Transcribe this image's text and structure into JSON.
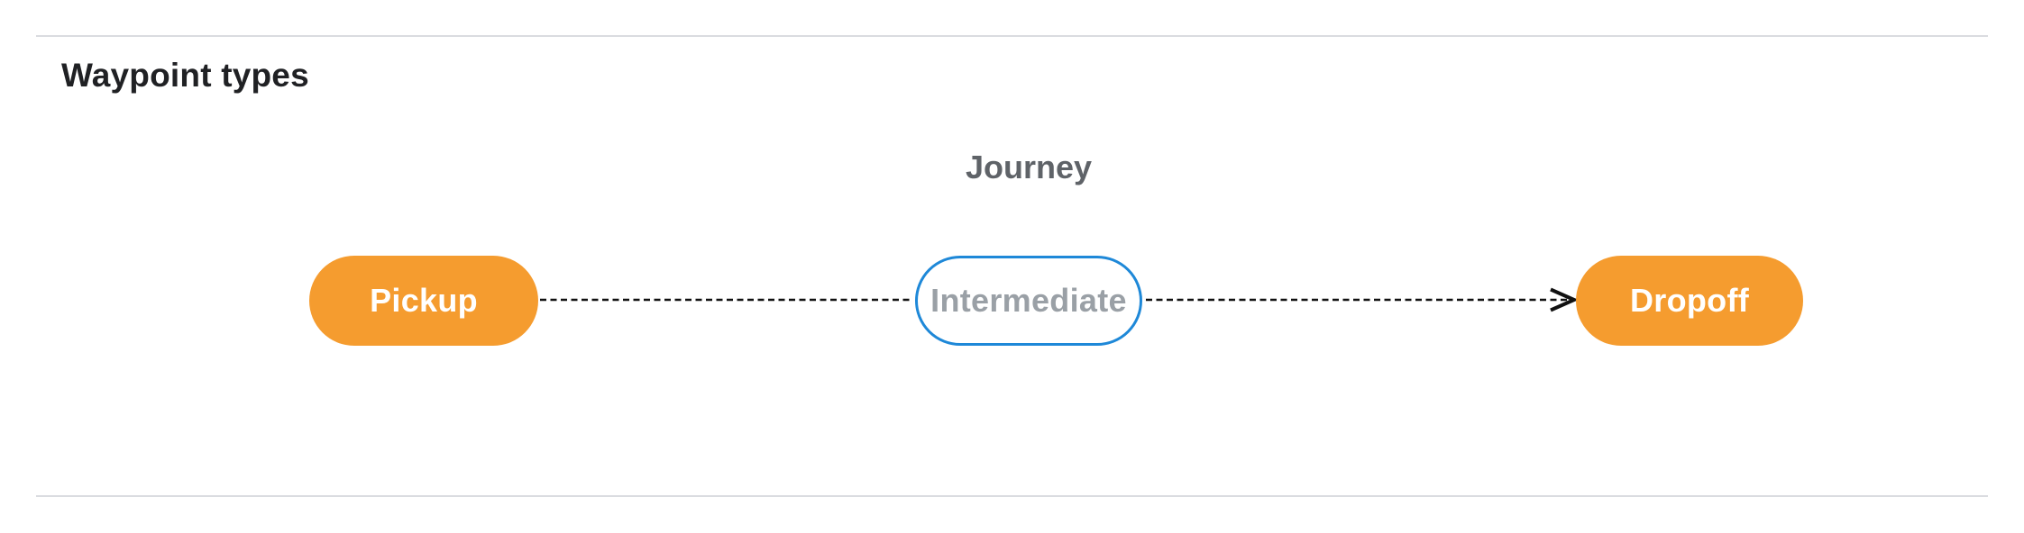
{
  "section": {
    "title": "Waypoint types"
  },
  "diagram": {
    "title": "Journey",
    "nodes": [
      {
        "id": "pickup",
        "label": "Pickup",
        "style": "filled"
      },
      {
        "id": "intermediate",
        "label": "Intermediate",
        "style": "outlined"
      },
      {
        "id": "dropoff",
        "label": "Dropoff",
        "style": "filled"
      }
    ],
    "edges": [
      {
        "from": "pickup",
        "to": "intermediate",
        "style": "dashed",
        "arrow": false
      },
      {
        "from": "intermediate",
        "to": "dropoff",
        "style": "dashed",
        "arrow": true
      }
    ],
    "colors": {
      "node_fill": "#f59c2f",
      "node_fill_text": "#ffffff",
      "node_outline": "#1e88d8",
      "node_outline_text": "#9aa0a6",
      "edge": "#111111",
      "diagram_title": "#5f6368",
      "heading": "#202124",
      "divider": "#dadce0",
      "background": "#ffffff"
    }
  }
}
